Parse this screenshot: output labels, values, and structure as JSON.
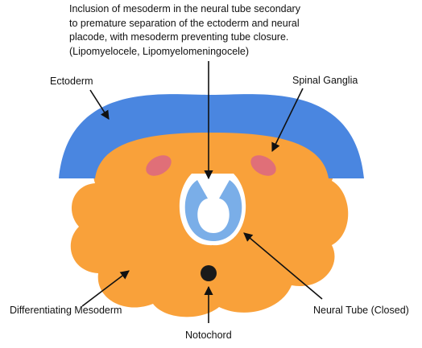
{
  "caption": {
    "lines": [
      "Inclusion of mesoderm in the neural tube secondary",
      "to premature separation of the ectoderm and neural",
      "placode, with mesoderm preventing tube closure.",
      "(Lipomyelocele, Lipomyelomeningocele)"
    ]
  },
  "labels": {
    "ectoderm": "Ectoderm",
    "spinal_ganglia": "Spinal Ganglia",
    "neural_tube": "Neural Tube (Closed)",
    "mesoderm": "Differentiating Mesoderm",
    "notochord": "Notochord"
  },
  "colors": {
    "ectoderm": "#4a86e0",
    "mesoderm": "#f9a13a",
    "ganglia": "#e06f78",
    "neural_tube": "#7aaee8",
    "notochord": "#1a1a1a",
    "arrow": "#111111"
  }
}
